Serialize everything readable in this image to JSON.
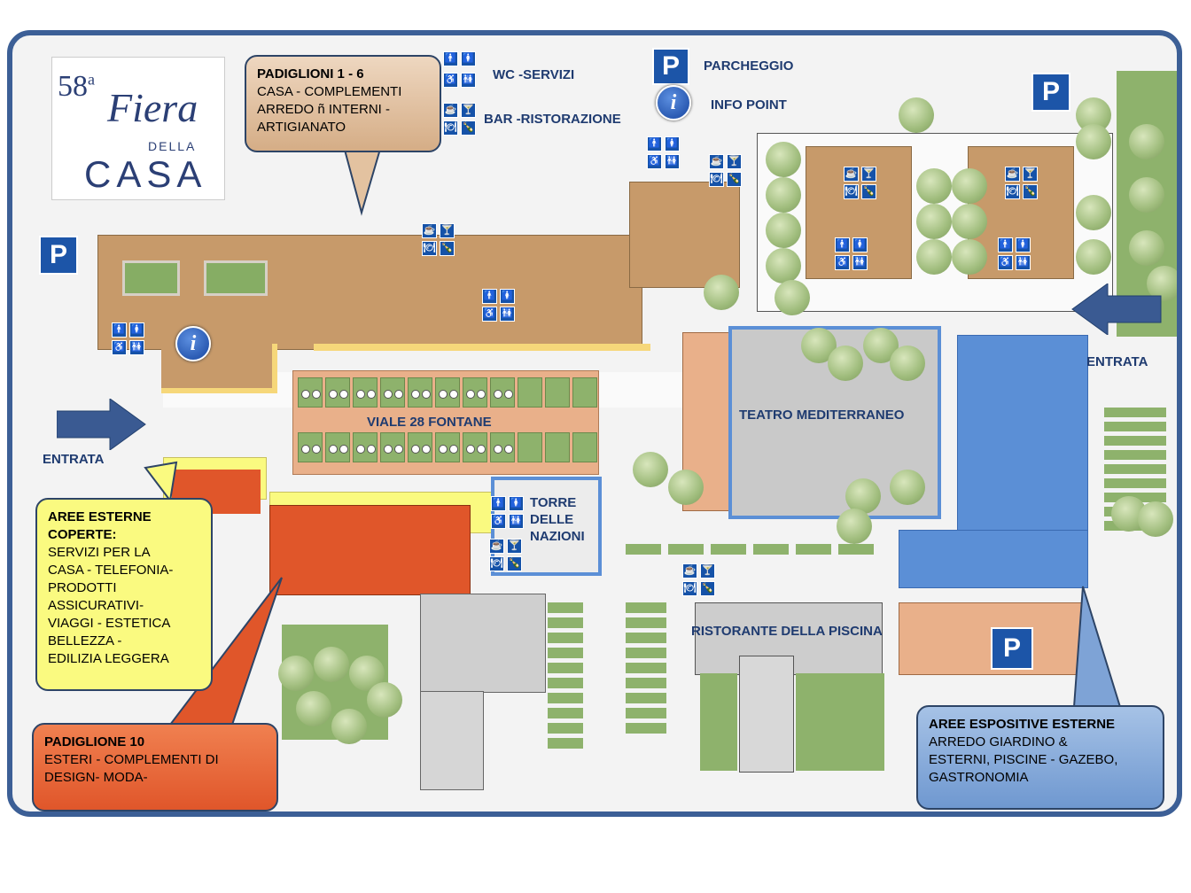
{
  "logo": {
    "line1": "58",
    "sup": "a",
    "line2": "Fiera",
    "line3": "DELLA",
    "line4": "CASA"
  },
  "legend": {
    "wc_label": "WC -SERVIZI",
    "bar_label": "BAR -RISTORAZIONE",
    "parking_label": "PARCHEGGIO",
    "info_label": "INFO POINT"
  },
  "icons": {
    "parking": "P",
    "info": "i",
    "restroom": "restroom-icon",
    "bar": "bar-icon"
  },
  "places": {
    "viale": "VIALE 28 FONTANE",
    "teatro": "TEATRO MEDITERRANEO",
    "torre": "TORRE\nDELLE\nNAZIONI",
    "torre_l1": "TORRE",
    "torre_l2": "DELLE",
    "torre_l3": "NAZIONI",
    "ristorante": "RISTORANTE DELLA PISCINA",
    "entrata_left": "ENTRATA",
    "entrata_right": "ENTRATA"
  },
  "callouts": {
    "padiglioni": {
      "title": "PADIGLIONI 1 - 6",
      "l1": "CASA - COMPLEMENTI",
      "l2": "ARREDO ñ INTERNI -",
      "l3": "ARTIGIANATO"
    },
    "esterne_coperte": {
      "t1": "AREE ESTERNE",
      "t2": "COPERTE:",
      "l1": "SERVIZI PER LA",
      "l2": "CASA - TELEFONIA-",
      "l3": "PRODOTTI",
      "l4": "ASSICURATIVI-",
      "l5": "VIAGGI - ESTETICA",
      "l6": "BELLEZZA -",
      "l7": "EDILIZIA LEGGERA"
    },
    "padiglione10": {
      "title": "PADIGLIONE 10",
      "l1": "ESTERI - COMPLEMENTI DI",
      "l2": "DESIGN- MODA-"
    },
    "espositive": {
      "title": "AREE ESPOSITIVE ESTERNE",
      "l1": "ARREDO GIARDINO &",
      "l2": "ESTERNI, PISCINE - GAZEBO,",
      "l3": "GASTRONOMIA"
    }
  },
  "colors": {
    "frame": "#3c5f96",
    "pavilion": "#c79a6a",
    "pavilion10": "#e0562a",
    "yellow_area": "#fafa80",
    "blue_area": "#5b8fd6",
    "callout_tan": "#e3c2a0",
    "callout_blue": "#7ea3d6",
    "arrow": "#3a5a92"
  }
}
